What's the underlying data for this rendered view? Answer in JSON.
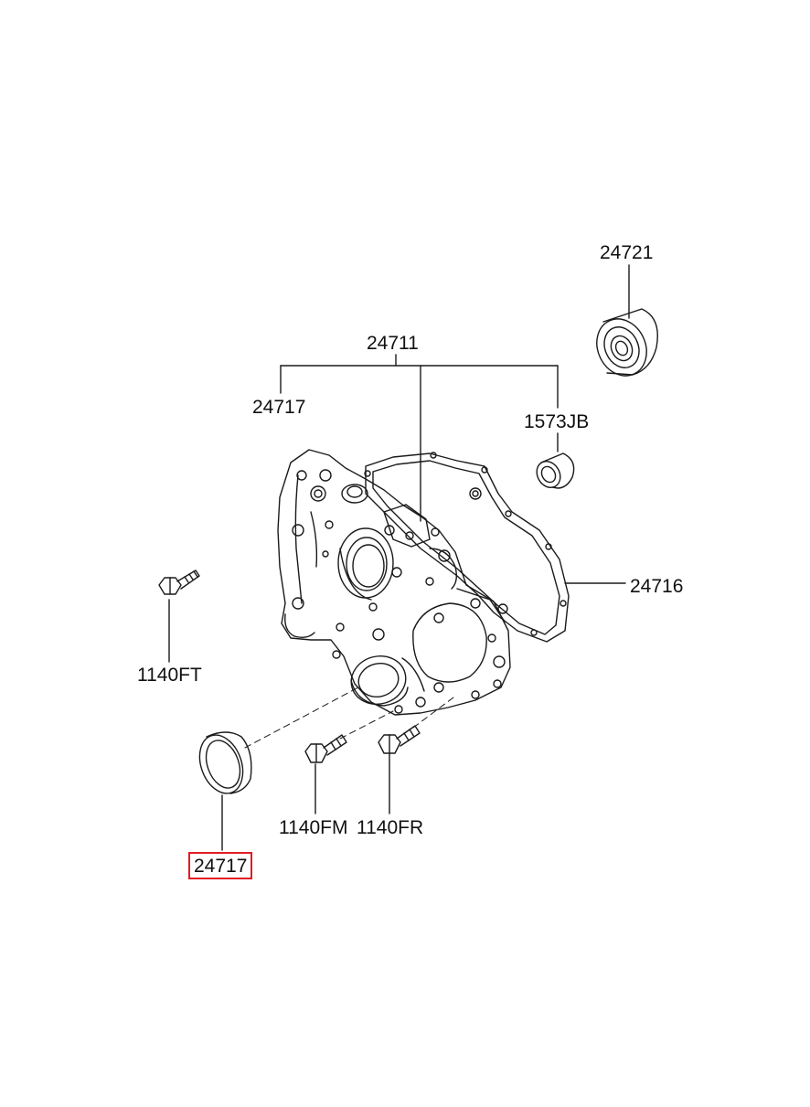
{
  "colors": {
    "line": "#1a1a1a",
    "highlight": "#e31b23",
    "background": "#ffffff"
  },
  "callouts": {
    "assembly": "24711",
    "seal_top": "24717",
    "bush": "1573JB",
    "bearing": "24721",
    "gasket": "24716",
    "bolt_left": "1140FT",
    "seal_bottom": "24717",
    "bolt_mid": "1140FM",
    "bolt_right": "1140FR"
  }
}
